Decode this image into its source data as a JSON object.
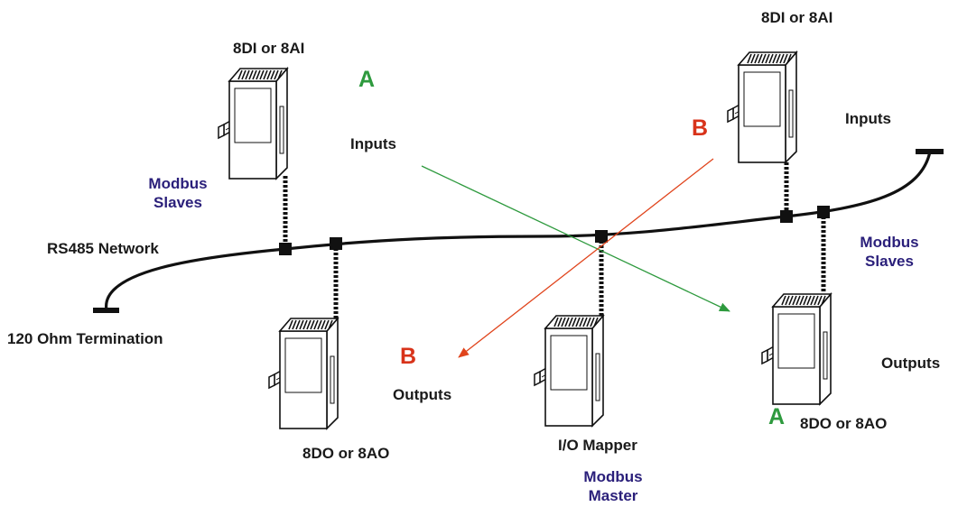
{
  "labels": {
    "top_left_device": "8DI or 8AI",
    "top_right_device": "8DI or 8AI",
    "bottom_left_device": "8DO or 8AO",
    "bottom_right_device": "8DO or 8AO",
    "inputs_left": "Inputs",
    "inputs_right": "Inputs",
    "outputs_left": "Outputs",
    "outputs_right": "Outputs",
    "slaves_left_line1": "Modbus",
    "slaves_left_line2": "Slaves",
    "slaves_right_line1": "Modbus",
    "slaves_right_line2": "Slaves",
    "master_line1": "Modbus",
    "master_line2": "Master",
    "mapper": "I/O Mapper",
    "network": "RS485 Network",
    "termination": "120 Ohm Termination",
    "a_top": "A",
    "a_bottom": "A",
    "b_top": "B",
    "b_bottom": "B"
  },
  "colors": {
    "mapping_a": "#2e9a3e",
    "mapping_b": "#e0441c",
    "slave_text": "#2a1f7a",
    "network_line": "#111111"
  }
}
